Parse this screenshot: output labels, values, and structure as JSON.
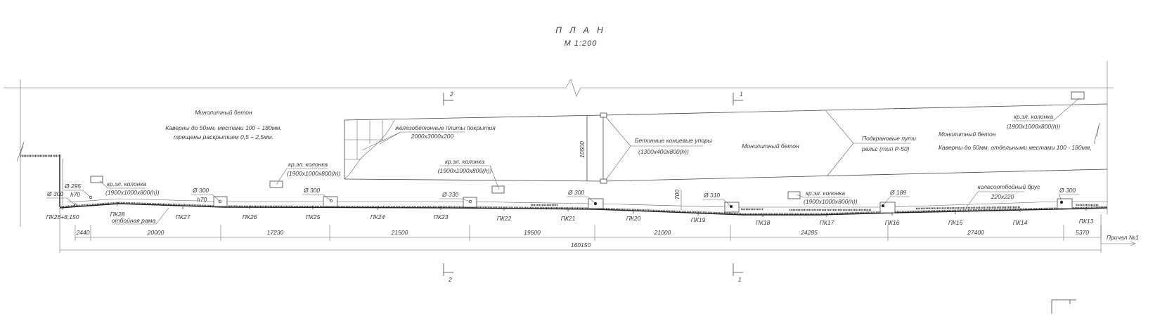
{
  "header": {
    "title": "П Л А Н",
    "scale": "М 1:200"
  },
  "section_marks": {
    "top_left": "2",
    "top_right": "1",
    "bottom_left": "2",
    "bottom_right": "1"
  },
  "left_concrete": {
    "title": "Монолитный бетон",
    "line1": "Каверны до 50мм, местами 100 ÷ 180мм,",
    "line2": "трещены раскрытием 0,5 ÷ 2,5мм."
  },
  "plates": {
    "label": "железобетонные плиты покрытия",
    "size": "2000x3000x200"
  },
  "end_stops": {
    "label": "Бетонные концевые упоры",
    "size": "(1300x400x800(h))"
  },
  "center_concrete": {
    "title": "Монолитный бетон"
  },
  "crane_tracks": {
    "label": "Подкрановые пути",
    "rail": "рельс  (тип  Р-50)"
  },
  "right_concrete": {
    "title": "Монолитный бетон",
    "line1": "Каверны до 50мм, отдельными местами 100 - 180мм,"
  },
  "columns": [
    {
      "label": "кр.эл. колонка",
      "size": "(1900x1000x800(h))"
    },
    {
      "label": "кр.эл. колонка",
      "size": "(1900x1000x800(h))"
    },
    {
      "label": "кр.эл. колонка",
      "size": "(1900x1000x800(h))"
    },
    {
      "label": "кр.эл. колонка",
      "size": "(1900x1000x800(h))"
    },
    {
      "label": "кр.эл. колонка",
      "size": "(1900x1000x800(h))"
    }
  ],
  "bollards": [
    {
      "d": "Ø 300"
    },
    {
      "d": "Ø 295",
      "h": "h70"
    },
    {
      "d": "Ø 300",
      "h": "h70"
    },
    {
      "d": "Ø 300"
    },
    {
      "d": "Ø 330"
    },
    {
      "d": "Ø 300"
    },
    {
      "d": "Ø 310"
    },
    {
      "d": "Ø 189"
    },
    {
      "d": "Ø 300"
    }
  ],
  "dims_misc": {
    "width": "10500",
    "offset": "700"
  },
  "frame_label": "отбойная рама",
  "wheel_guard": {
    "label": "колесоотбойный брус",
    "size": "220x220"
  },
  "pickets": [
    "ПК28+8,150",
    "ПК28",
    "ПК27",
    "ПК26",
    "ПК25",
    "ПК24",
    "ПК23",
    "ПК22",
    "ПК21",
    "ПК20",
    "ПК19",
    "ПК18",
    "ПК17",
    "ПК16",
    "ПК15",
    "ПК14",
    "ПК13"
  ],
  "dimensions": [
    "2440",
    "20000",
    "17230",
    "21500",
    "19500",
    "21000",
    "24285",
    "27400",
    "5370"
  ],
  "total_dimension": "160150",
  "berth": "Причал №1"
}
